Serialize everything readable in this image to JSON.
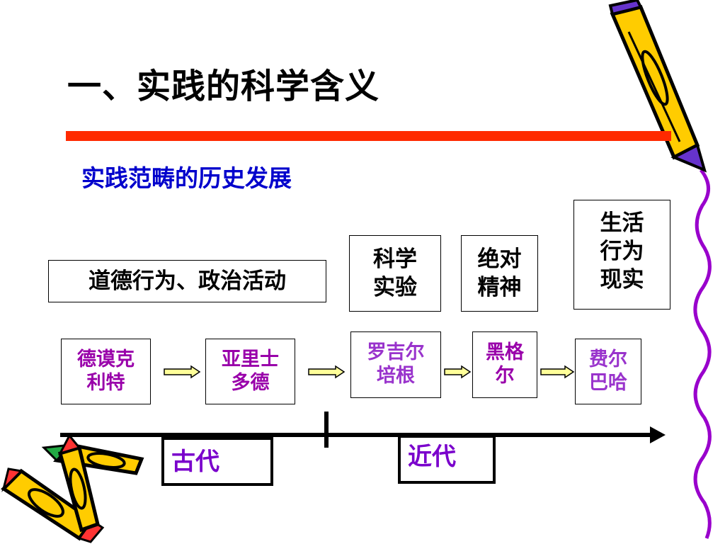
{
  "title": "一、实践的科学含义",
  "subtitle": "实践范畴的历史发展",
  "concepts": [
    {
      "label": "道德行为、政治活动",
      "lines": [
        "道德行为、政治活动"
      ]
    },
    {
      "label": "科学实验",
      "lines": [
        "科学",
        "实验"
      ]
    },
    {
      "label": "绝对精神",
      "lines": [
        "绝对",
        "精神"
      ]
    },
    {
      "label": "生活行为现实",
      "lines": [
        "生活",
        "行为",
        "现实"
      ]
    }
  ],
  "philosophers": [
    {
      "name": "德谟克利特",
      "lines": [
        "德谟克",
        "利特"
      ],
      "color": "#9900aa"
    },
    {
      "name": "亚里士多德",
      "lines": [
        "亚里士",
        "多德"
      ],
      "color": "#9900aa"
    },
    {
      "name": "罗吉尔培根",
      "lines": [
        "罗吉尔",
        "培根"
      ],
      "color": "#9933cc"
    },
    {
      "name": "黑格尔",
      "lines": [
        "黑格",
        "尔"
      ],
      "color": "#9900aa"
    },
    {
      "name": "费尔巴哈",
      "lines": [
        "费尔",
        "巴哈"
      ],
      "color": "#9933cc"
    }
  ],
  "eras": [
    {
      "label": "古代"
    },
    {
      "label": "近代"
    }
  ],
  "colors": {
    "title_rule": "#ff2a00",
    "subtitle": "#0000cc",
    "arrow_fill": "#ffff99",
    "era_text": "#7a00cc",
    "pencil_body": "#ffcc00",
    "pencil_border": "#000000",
    "pencil_tip": "#6633cc",
    "wave_line": "#9900cc"
  },
  "decorations": [
    "pencil-icon-top-right",
    "pencils-icon-bottom-left",
    "wavy-border-right"
  ]
}
